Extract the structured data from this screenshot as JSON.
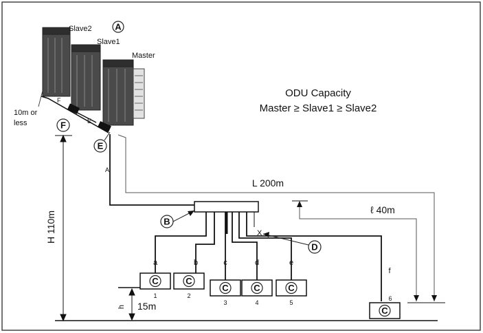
{
  "units": {
    "slave2": "Slave2",
    "slave1": "Slave1",
    "master": "Master",
    "marker": "A"
  },
  "capacity": {
    "title": "ODU Capacity",
    "rule": "Master ≥ Slave1 ≥ Slave2"
  },
  "dimensions": {
    "odu_distance": "10m or",
    "odu_distance_2": "less",
    "total_length": "L 200m",
    "branch_length": "ℓ 40m",
    "height": "H 110m",
    "idu_height_symbol": "h",
    "idu_height": "15m"
  },
  "markers": {
    "b": "B",
    "c": "C",
    "d": "D",
    "e": "E",
    "f": "F"
  },
  "pipe_labels": {
    "A": "A",
    "E": "E",
    "F": "F",
    "X": "X",
    "a": "a",
    "b": "b",
    "c": "c",
    "d": "d",
    "e": "e",
    "f": "f"
  },
  "indoor_units": [
    "1",
    "2",
    "3",
    "4",
    "5",
    "6"
  ]
}
